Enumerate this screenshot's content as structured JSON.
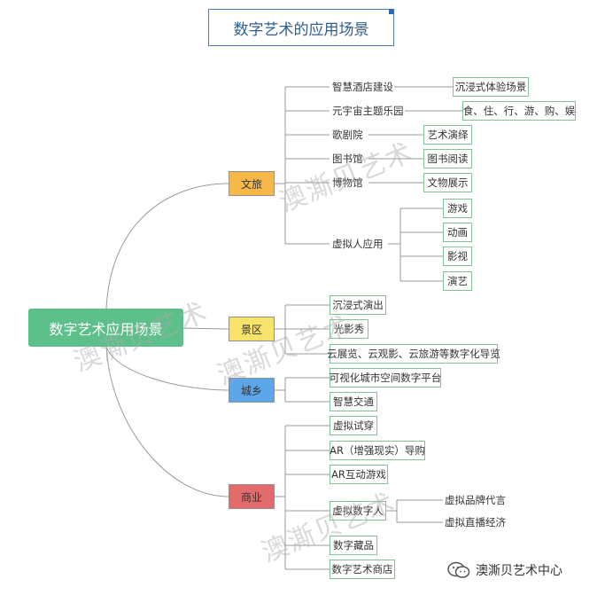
{
  "title": "数字艺术的应用场景",
  "root": "数字艺术应用场景",
  "watermark": "澳澌贝艺术",
  "footer": "澳澌贝艺术中心",
  "colors": {
    "root": "#5dbf8a",
    "wenlv": "#f7b84a",
    "jingqu": "#f7e36a",
    "chengxiang": "#5aa6e8",
    "shangye": "#e36b6b",
    "leaf_border": "#86c098",
    "line": "#9a9a9a"
  },
  "categories": [
    {
      "label": "文旅",
      "children": [
        {
          "label": "智慧酒店建设",
          "children": [
            "沉浸式体验场景"
          ]
        },
        {
          "label": "元宇宙主题乐园",
          "children": [
            "食、住、行、游、购、娱"
          ]
        },
        {
          "label": "歌剧院",
          "children": [
            "艺术演绎"
          ]
        },
        {
          "label": "图书馆",
          "children": [
            "图书阅读"
          ]
        },
        {
          "label": "博物馆",
          "children": [
            "文物展示"
          ]
        },
        {
          "label": "虚拟人应用",
          "children": [
            "游戏",
            "动画",
            "影视",
            "演艺"
          ]
        }
      ]
    },
    {
      "label": "景区",
      "children": [
        {
          "label": "沉浸式演出"
        },
        {
          "label": "光影秀"
        },
        {
          "label": "云展览、云观影、云旅游等数字化导览"
        }
      ]
    },
    {
      "label": "城乡",
      "children": [
        {
          "label": "可视化城市空间数字平台"
        },
        {
          "label": "智慧交通"
        }
      ]
    },
    {
      "label": "商业",
      "children": [
        {
          "label": "虚拟试穿"
        },
        {
          "label": "AR（增强现实）导购"
        },
        {
          "label": "AR互动游戏"
        },
        {
          "label": "虚拟数字人",
          "children": [
            "虚拟品牌代言",
            "虚拟直播经济"
          ]
        },
        {
          "label": "数字藏品"
        },
        {
          "label": "数字艺术商店"
        }
      ]
    }
  ]
}
